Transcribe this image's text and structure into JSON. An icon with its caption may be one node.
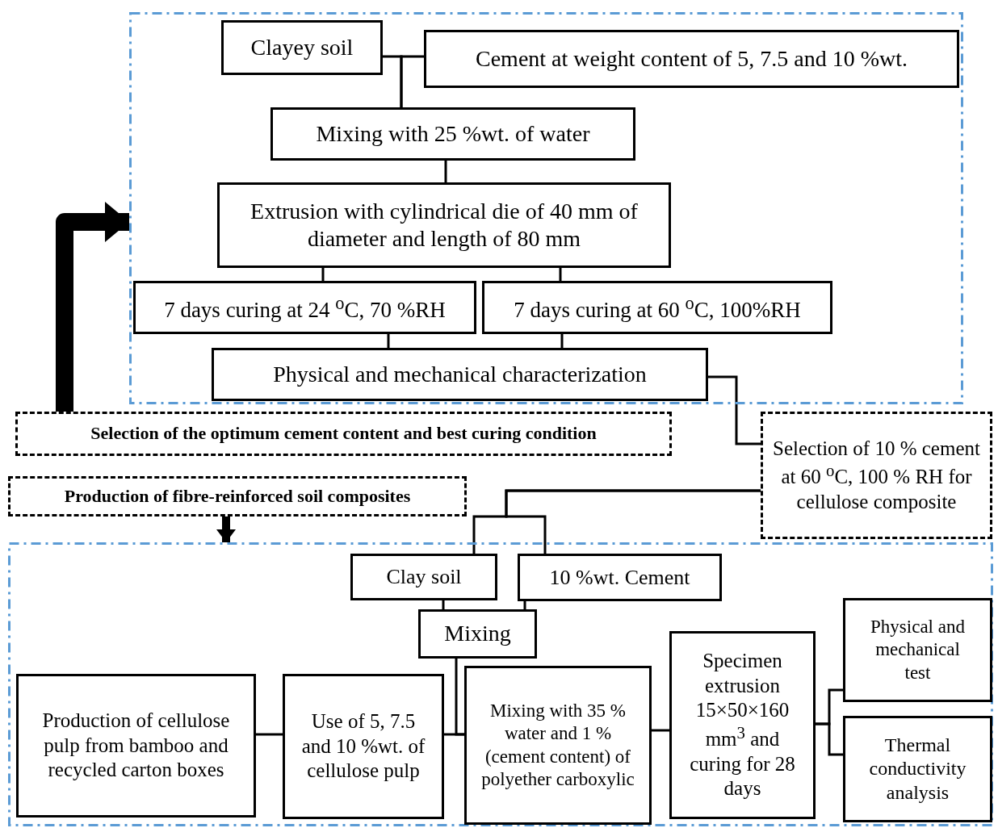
{
  "diagram": {
    "nodes": [
      {
        "text": [],
        "shape": "box"
      },
      {
        "text": [
          "Clayey soil"
        ],
        "in": 0
      },
      {
        "text": [
          "Cement at weight content of 5, 7.5 and 10 %wt."
        ],
        "in": 0
      },
      {
        "text": [
          "Mixing with 25 %wt. of water"
        ],
        "in": 0
      },
      {
        "text": [
          "Extrusion with cylindrical die of 40 mm of diameter and length of 80 mm"
        ],
        "in": 0
      },
      {
        "text": [
          "7 days curing at 24 $^{o}$C, 70 %RH"
        ],
        "in": 0
      },
      {
        "text": [
          "7 days curing at 60 $^{o}$C, 100%RH"
        ],
        "in": 0
      },
      {
        "text": [
          "Physical and mechanical characterization"
        ],
        "in": 0
      },
      {
        "text": [
          "Selection of the optimum cement content and best curing condition"
        ]
      },
      {
        "text": [
          "Selection of 10 % cement at 60 $^{o}$C, 100 % RH for cellulose composite"
        ]
      },
      {
        "text": [
          "Production of fibre-reinforced soil composites"
        ]
      },
      {
        "text": [],
        "shape": "box"
      },
      {
        "text": [
          "Clay soil"
        ],
        "in": 11
      },
      {
        "text": [
          "10 %wt. Cement"
        ],
        "in": 11
      },
      {
        "text": [
          "Mixing"
        ],
        "in": 11
      },
      {
        "text": [
          "Production of cellulose pulp from bamboo and recycled carton boxes"
        ],
        "in": 11
      },
      {
        "text": [
          "Use of 5, 7.5 and 10 %wt. of cellulose pulp"
        ],
        "in": 11
      },
      {
        "text": [
          "Mixing with 35 % water and 1 % (cement content) of polyether carboxylic"
        ],
        "in": 11
      },
      {
        "text": [
          "Specimen extrusion 15×50×160 mm$^{3}$ and curing for 28 days"
        ],
        "in": 11
      },
      {
        "text": [
          "Physical and mechanical test"
        ],
        "in": 11
      },
      {
        "text": [
          "Thermal conductivity analysis"
        ],
        "in": 11
      }
    ],
    "edges": [
      {
        "from": 1,
        "to": 3,
        "arrow": "none"
      },
      {
        "from": 2,
        "to": 3,
        "arrow": "none"
      },
      {
        "from": 3,
        "to": 4,
        "arrow": "none"
      },
      {
        "from": 4,
        "to": 5,
        "arrow": "none"
      },
      {
        "from": 4,
        "to": 6,
        "arrow": "none"
      },
      {
        "from": 5,
        "to": 7,
        "arrow": "none"
      },
      {
        "from": 6,
        "to": 7,
        "arrow": "none"
      },
      {
        "from": 7,
        "to": 9,
        "arrow": "none"
      },
      {
        "from": 8,
        "to": 0,
        "arrow": "to",
        "style": "thick"
      },
      {
        "from": 9,
        "to": 12,
        "arrow": "none"
      },
      {
        "from": 9,
        "to": 13,
        "arrow": "none"
      },
      {
        "from": 10,
        "to": 11,
        "arrow": "to",
        "style": "thick"
      },
      {
        "from": 12,
        "to": 14,
        "arrow": "none"
      },
      {
        "from": 13,
        "to": 14,
        "arrow": "none"
      },
      {
        "from": 15,
        "to": 16,
        "arrow": "none"
      },
      {
        "from": 16,
        "to": 17,
        "arrow": "none"
      },
      {
        "from": 14,
        "to": 17,
        "arrow": "none"
      },
      {
        "from": 17,
        "to": 18,
        "arrow": "none"
      },
      {
        "from": 18,
        "to": 19,
        "arrow": "none"
      },
      {
        "from": 18,
        "to": 20,
        "arrow": "none"
      }
    ]
  }
}
